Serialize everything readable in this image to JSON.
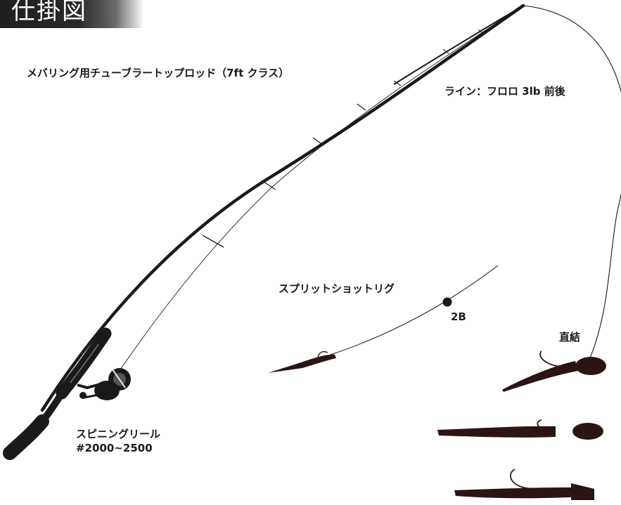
{
  "header": {
    "title": "仕掛図"
  },
  "labels": {
    "rod": "メバリング用チューブラートップロッド（7ft クラス）",
    "line": "ライン：フロロ 3lb 前後",
    "split_shot_rig": "スプリットショットリグ",
    "shot_size": "2B",
    "direct_tie": "直結",
    "reel_name": "スピニングリール",
    "reel_size": "#2000~2500"
  },
  "colors": {
    "ink": "#1a1a1a",
    "lure": "#2a1414",
    "paper": "#ffffff"
  }
}
